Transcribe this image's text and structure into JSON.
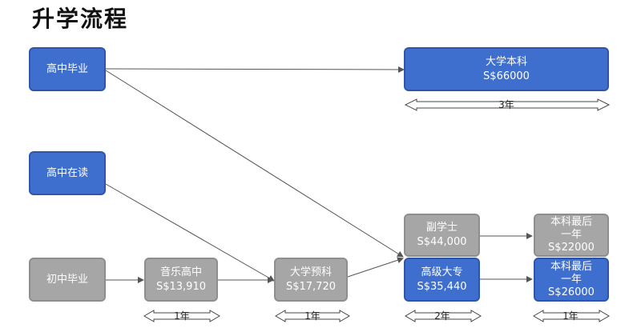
{
  "title": "升学流程",
  "boxes": {
    "grad_hs": {
      "line1": "高中毕业"
    },
    "in_hs": {
      "line1": "高中在读"
    },
    "grad_ms": {
      "line1": "初中毕业"
    },
    "music_hs": {
      "line1": "音乐高中",
      "line2": "S$13,910"
    },
    "prep": {
      "line1": "大学预科",
      "line2": "S$17,720"
    },
    "bachelor": {
      "line1": "大学本科",
      "line2": "S$66000"
    },
    "associate": {
      "line1": "副学士",
      "line2": "S$44,000"
    },
    "hnd": {
      "line1": "高级大专",
      "line2": "S$35,440"
    },
    "final_gray": {
      "line1": "本科最后",
      "line2": "一年",
      "line3": "S$22000"
    },
    "final_blue": {
      "line1": "本科最后",
      "line2": "一年",
      "line3": "S$26000"
    }
  },
  "durations": {
    "bachelor": "3年",
    "music_hs": "1年",
    "prep": "1年",
    "mid": "2年",
    "final": "1年"
  },
  "colors": {
    "blue": "#3f6fce",
    "gray": "#a6a6a6"
  }
}
